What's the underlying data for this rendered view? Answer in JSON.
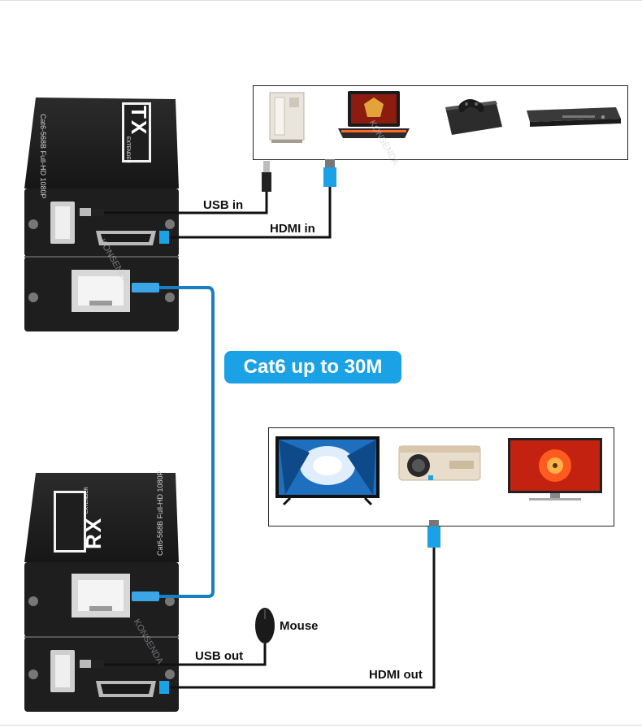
{
  "labels": {
    "usb_in": "USB in",
    "hdmi_in": "HDMI in",
    "cable": "Cat6 up to 30M",
    "mouse": "Mouse",
    "usb_out": "USB out",
    "hdmi_out": "HDMI out"
  },
  "tx_unit": {
    "badge": "TX",
    "sub": "EXTENDER",
    "model": "Cat6-568B Full-HD 1080P"
  },
  "rx_unit": {
    "badge": "RX",
    "sub": "EXTENDER",
    "model": "Cat6-568B Full-HD 1080P"
  },
  "watermark": "KONSENDA",
  "colors": {
    "accent": "#1aa1e6",
    "cable": "#1a7fc0",
    "device": "#1e1e1e"
  },
  "icons": {
    "sources": [
      "pc-tower-icon",
      "laptop-icon",
      "game-console-icon",
      "dvd-player-icon"
    ],
    "displays": [
      "tv-icon",
      "projector-icon",
      "monitor-icon"
    ]
  }
}
